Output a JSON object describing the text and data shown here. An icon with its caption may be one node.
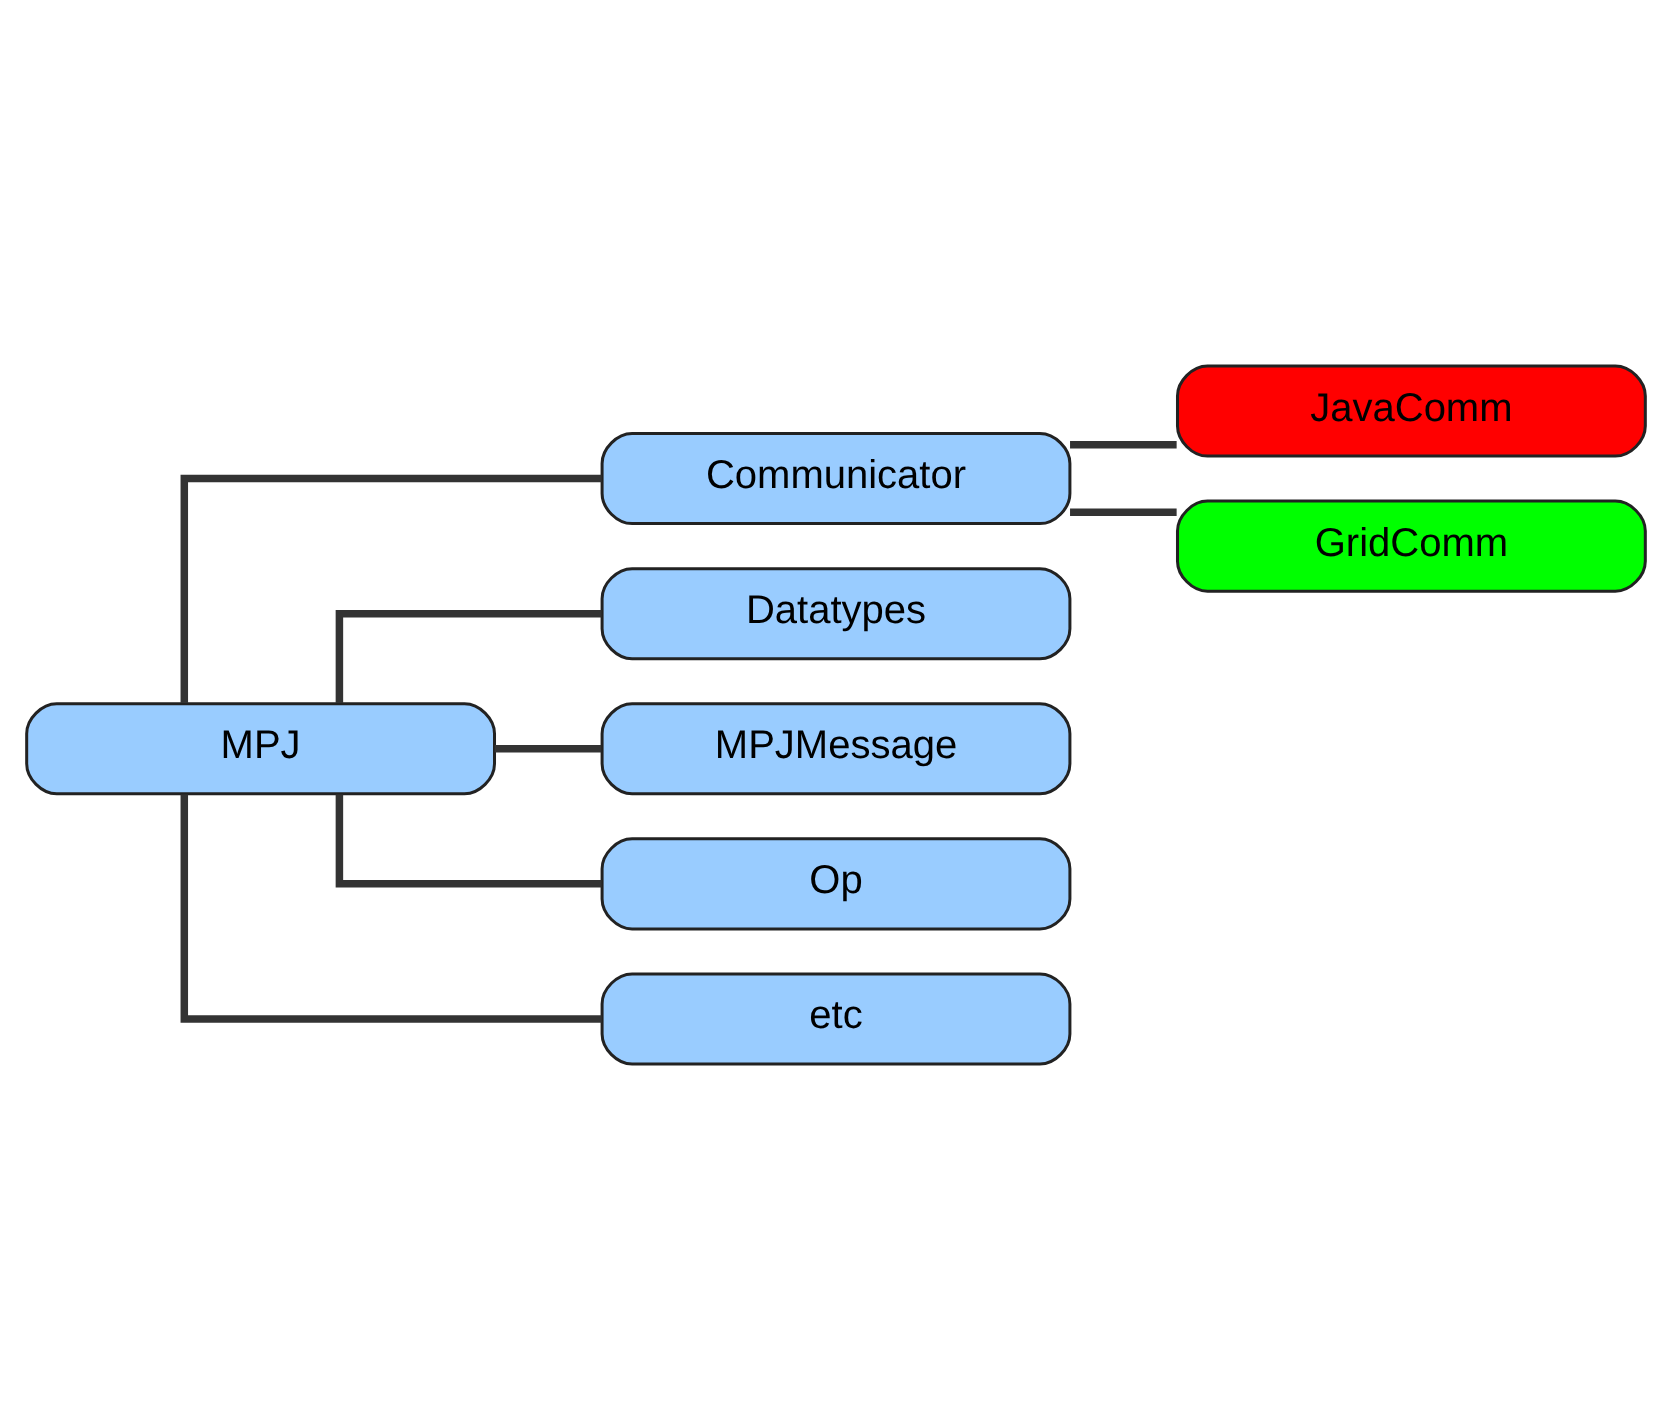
{
  "diagram": {
    "nodes": [
      {
        "text": [
          "MPJ"
        ]
      },
      {
        "text": [
          "Communicator"
        ]
      },
      {
        "text": [
          "JavaComm"
        ]
      },
      {
        "text": [
          "GridComm"
        ]
      },
      {
        "text": [
          "Datatypes"
        ]
      },
      {
        "text": [
          "MPJMessage"
        ]
      },
      {
        "text": [
          "Op"
        ]
      },
      {
        "text": [
          "etc"
        ]
      }
    ],
    "edges": [
      {
        "from": 0,
        "to": 1,
        "arrow": "none"
      },
      {
        "from": 1,
        "to": 2,
        "arrow": "none"
      },
      {
        "from": 1,
        "to": 3,
        "arrow": "none"
      },
      {
        "from": 0,
        "to": 4,
        "arrow": "none"
      },
      {
        "from": 0,
        "to": 5,
        "arrow": "none"
      },
      {
        "from": 0,
        "to": 6,
        "arrow": "none"
      },
      {
        "from": 0,
        "to": 7,
        "arrow": "none"
      }
    ]
  }
}
